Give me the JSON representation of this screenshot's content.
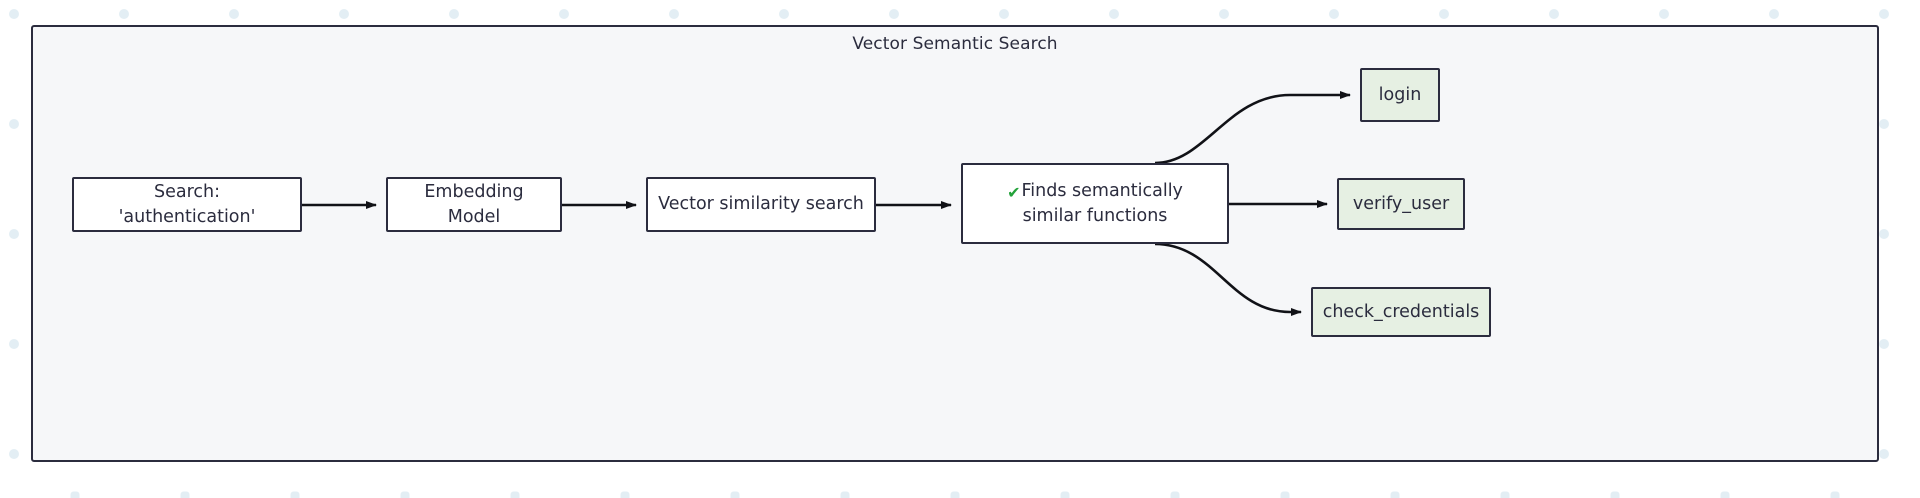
{
  "diagram": {
    "type": "flowchart",
    "direction": "left-to-right",
    "subgraph": {
      "title": "Vector Semantic Search"
    },
    "nodes": [
      {
        "id": "search",
        "label": "Search: 'authentication'",
        "shape": "rect",
        "style": "process"
      },
      {
        "id": "embedding",
        "label": "Embedding Model",
        "shape": "rect",
        "style": "process"
      },
      {
        "id": "similarity",
        "label": "Vector similarity search",
        "shape": "rect",
        "style": "process"
      },
      {
        "id": "finds",
        "label": "Finds semantically\nsimilar functions",
        "icon": "white-check-mark-emoji",
        "icon_glyph": "✔",
        "shape": "rect",
        "style": "process"
      },
      {
        "id": "login",
        "label": "login",
        "shape": "rect",
        "style": "result"
      },
      {
        "id": "verify",
        "label": "verify_user",
        "shape": "rect",
        "style": "result"
      },
      {
        "id": "check",
        "label": "check_credentials",
        "shape": "rect",
        "style": "result"
      }
    ],
    "edges": [
      {
        "from": "search",
        "to": "embedding",
        "label": "",
        "arrow": "arrow"
      },
      {
        "from": "embedding",
        "to": "similarity",
        "label": "",
        "arrow": "arrow"
      },
      {
        "from": "similarity",
        "to": "finds",
        "label": "",
        "arrow": "arrow"
      },
      {
        "from": "finds",
        "to": "login",
        "label": "",
        "arrow": "arrow"
      },
      {
        "from": "finds",
        "to": "verify",
        "label": "",
        "arrow": "arrow"
      },
      {
        "from": "finds",
        "to": "check",
        "label": "",
        "arrow": "arrow"
      }
    ],
    "colors": {
      "page_background": "#ffffff",
      "subgraph_background": "#f6f7f9",
      "node_border": "#2b2c3e",
      "process_fill": "#ffffff",
      "result_fill": "#e6f0e3",
      "text": "#2b2c3e",
      "edge": "#111217",
      "pattern_accent": "#e3eef4",
      "check_green": "#23a23a"
    }
  }
}
